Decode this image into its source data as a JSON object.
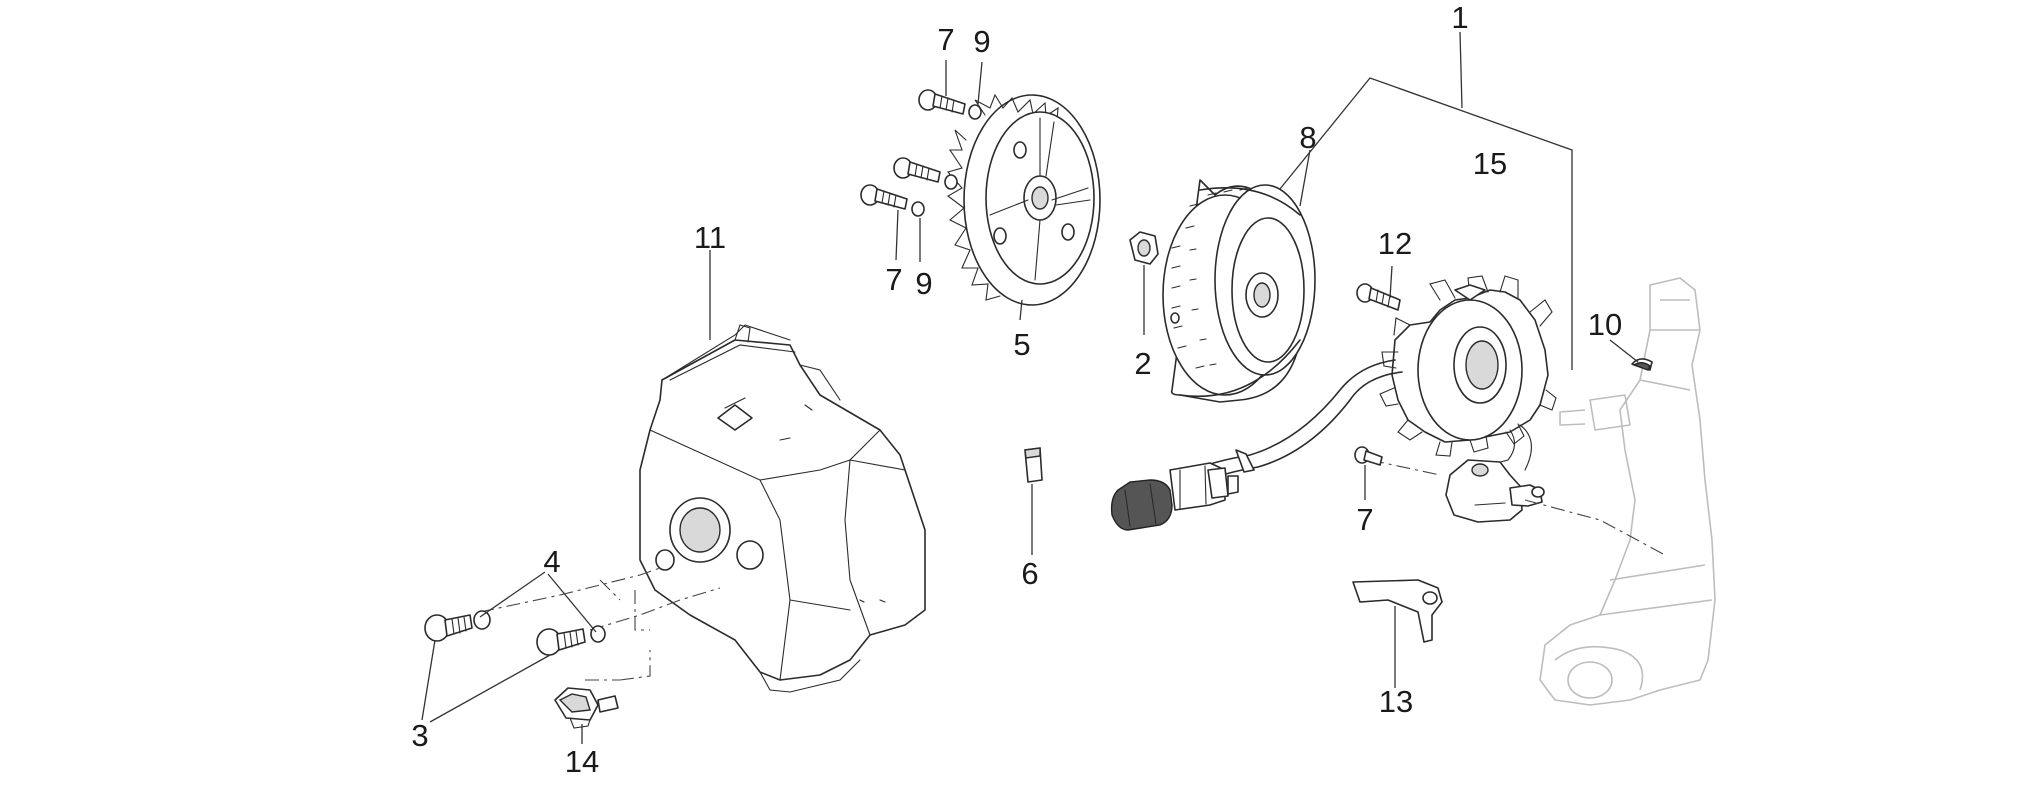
{
  "callouts": {
    "c1": "1",
    "c2": "2",
    "c3": "3",
    "c4": "4",
    "c5": "5",
    "c6": "6",
    "c7a": "7",
    "c7b": "7",
    "c7c": "7",
    "c8": "8",
    "c9a": "9",
    "c9b": "9",
    "c10": "10",
    "c11": "11",
    "c12": "12",
    "c13": "13",
    "c14": "14",
    "c15": "15"
  }
}
